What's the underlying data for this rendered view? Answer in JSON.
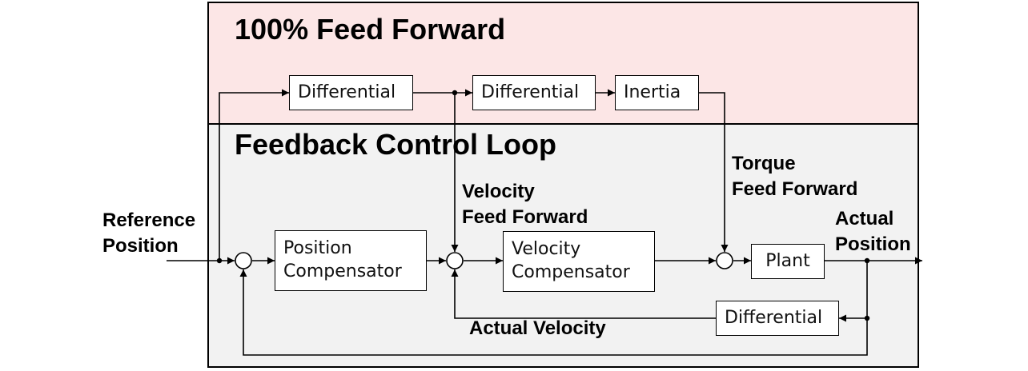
{
  "regions": {
    "feed_forward_title": "100% Feed Forward",
    "feedback_title": "Feedback Control Loop"
  },
  "blocks": {
    "differential_1": "Differential",
    "differential_2": "Differential",
    "inertia": "Inertia",
    "position_compensator": [
      "Position",
      "Compensator"
    ],
    "velocity_compensator": [
      "Velocity",
      "Compensator"
    ],
    "plant": "Plant",
    "differential_feedback": "Differential"
  },
  "signals": {
    "reference_position": [
      "Reference",
      "Position"
    ],
    "velocity_feed_forward": [
      "Velocity",
      "Feed Forward"
    ],
    "torque_feed_forward": [
      "Torque",
      "Feed Forward"
    ],
    "actual_position": [
      "Actual",
      "Position"
    ],
    "actual_velocity": "Actual Velocity"
  }
}
